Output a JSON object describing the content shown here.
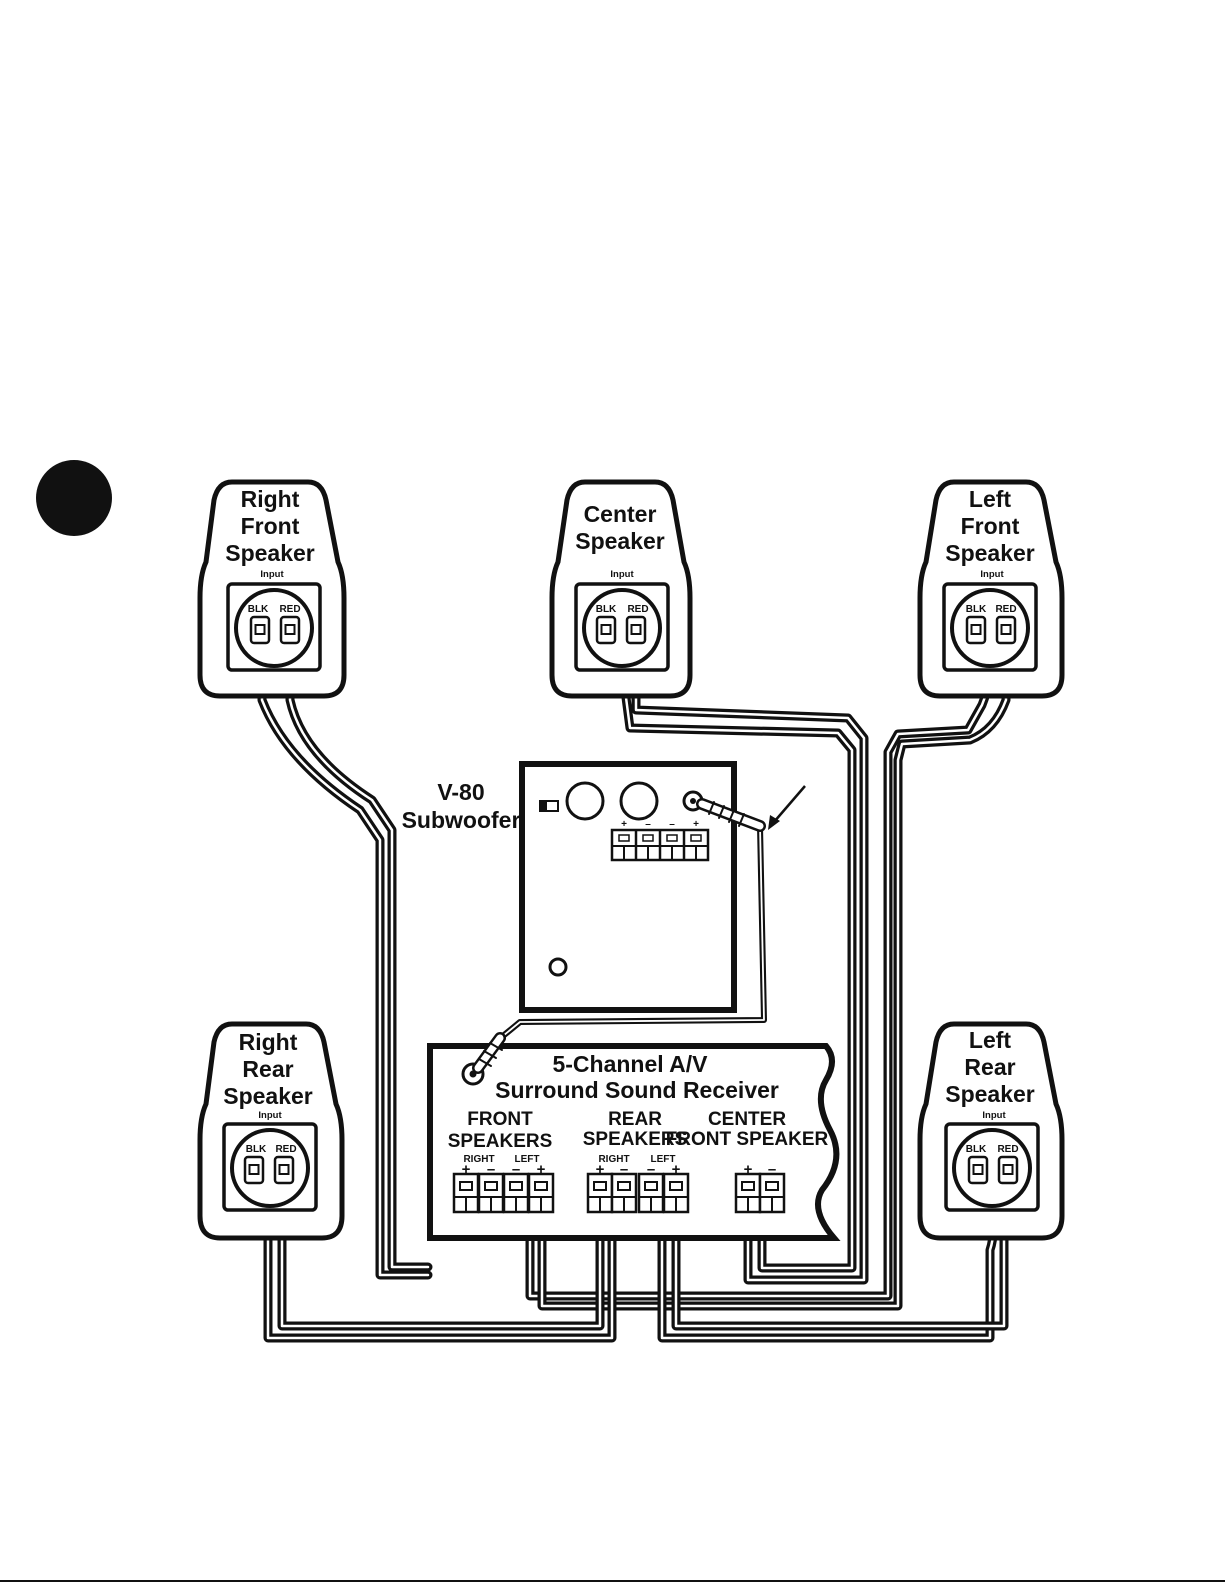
{
  "colors": {
    "ink": "#111111",
    "paper": "#ffffff"
  },
  "speakers": {
    "right_front": {
      "lines": [
        "Right",
        "Front",
        "Speaker"
      ],
      "input": "Input",
      "blk": "BLK",
      "red": "RED"
    },
    "center": {
      "lines": [
        "Center",
        "Speaker"
      ],
      "input": "Input",
      "blk": "BLK",
      "red": "RED"
    },
    "left_front": {
      "lines": [
        "Left",
        "Front",
        "Speaker"
      ],
      "input": "Input",
      "blk": "BLK",
      "red": "RED"
    },
    "right_rear": {
      "lines": [
        "Right",
        "Rear",
        "Speaker"
      ],
      "input": "Input",
      "blk": "BLK",
      "red": "RED"
    },
    "left_rear": {
      "lines": [
        "Left",
        "Rear",
        "Speaker"
      ],
      "input": "Input",
      "blk": "BLK",
      "red": "RED"
    }
  },
  "subwoofer": {
    "lines": [
      "V-80",
      "Subwoofer"
    ],
    "terminal_signs": [
      "+",
      "–",
      "–",
      "+"
    ]
  },
  "receiver": {
    "title_lines": [
      "5-Channel A/V",
      "Surround Sound Receiver"
    ],
    "front": {
      "lines": [
        "FRONT",
        "SPEAKERS"
      ],
      "right": "RIGHT",
      "left": "LEFT",
      "signs": [
        "+",
        "–",
        "–",
        "+"
      ]
    },
    "rear": {
      "lines": [
        "REAR",
        "SPEAKERS"
      ],
      "right": "RIGHT",
      "left": "LEFT",
      "signs": [
        "+",
        "–",
        "–",
        "+"
      ]
    },
    "center": {
      "lines": [
        "CENTER",
        "FRONT SPEAKER"
      ],
      "signs": [
        "+",
        "–"
      ]
    }
  },
  "icons": [
    "step-marker-dot-icon",
    "pointer-arrow-icon",
    "rca-plug-icon",
    "power-switch-icon",
    "control-knob-icon",
    "speaker-terminal-icon"
  ]
}
